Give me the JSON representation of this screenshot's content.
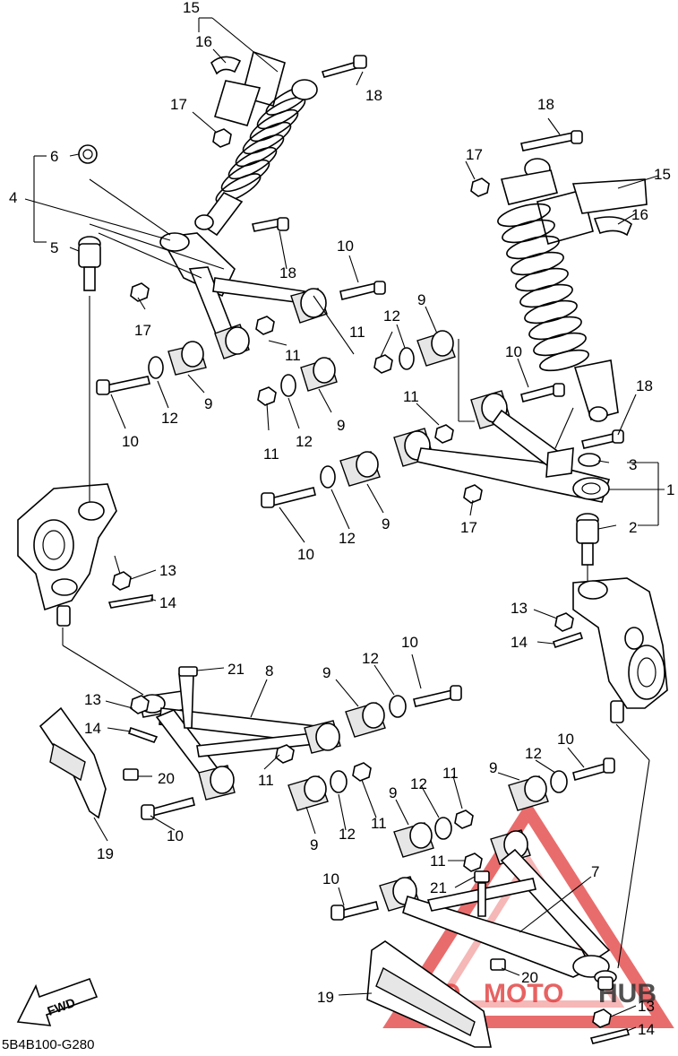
{
  "diagram": {
    "drawing_code": "5B4B100-G280",
    "direction_label": "FWD",
    "watermark": {
      "brand_part1": "AUTO",
      "brand_part2": "MOTO",
      "brand_part3": "HUB",
      "colors": {
        "red": "#e23b3b",
        "dark": "#333333",
        "light_red": "#f3a0a0"
      }
    },
    "callouts": {
      "c15a": "15",
      "c16a": "16",
      "c17a": "17",
      "c18a": "18",
      "c6": "6",
      "c4": "4",
      "c5": "5",
      "c17b": "17",
      "c18b": "18",
      "c10a": "10",
      "c9a": "9",
      "c12a": "12",
      "c11a": "11",
      "c11b": "11",
      "c9b": "9",
      "c12b": "12",
      "c10b": "10",
      "c11c": "11",
      "c12c": "12",
      "c9c": "9",
      "c18c": "18",
      "c17c": "17",
      "c15b": "15",
      "c16b": "16",
      "c10c": "10",
      "c11d": "11",
      "c18d": "18",
      "c3": "3",
      "c1": "1",
      "c2": "2",
      "c17d": "17",
      "c9d": "9",
      "c12d": "12",
      "c10d": "10",
      "c13a": "13",
      "c14a": "14",
      "c13b": "13",
      "c14b": "14",
      "c21a": "21",
      "c8": "8",
      "c9e": "9",
      "c12e": "12",
      "c10e": "10",
      "c13c": "13",
      "c14c": "14",
      "c20a": "20",
      "c11e": "11",
      "c19a": "19",
      "c10f": "10",
      "c9f": "9",
      "c12f": "12",
      "c11f": "11",
      "c9g": "9",
      "c12g": "12",
      "c11g": "11",
      "c9h": "9",
      "c12h": "12",
      "c10g": "10",
      "c11h": "11",
      "c21b": "21",
      "c7": "7",
      "c10h": "10",
      "c20b": "20",
      "c19b": "19",
      "c13d": "13",
      "c14d": "14"
    }
  }
}
